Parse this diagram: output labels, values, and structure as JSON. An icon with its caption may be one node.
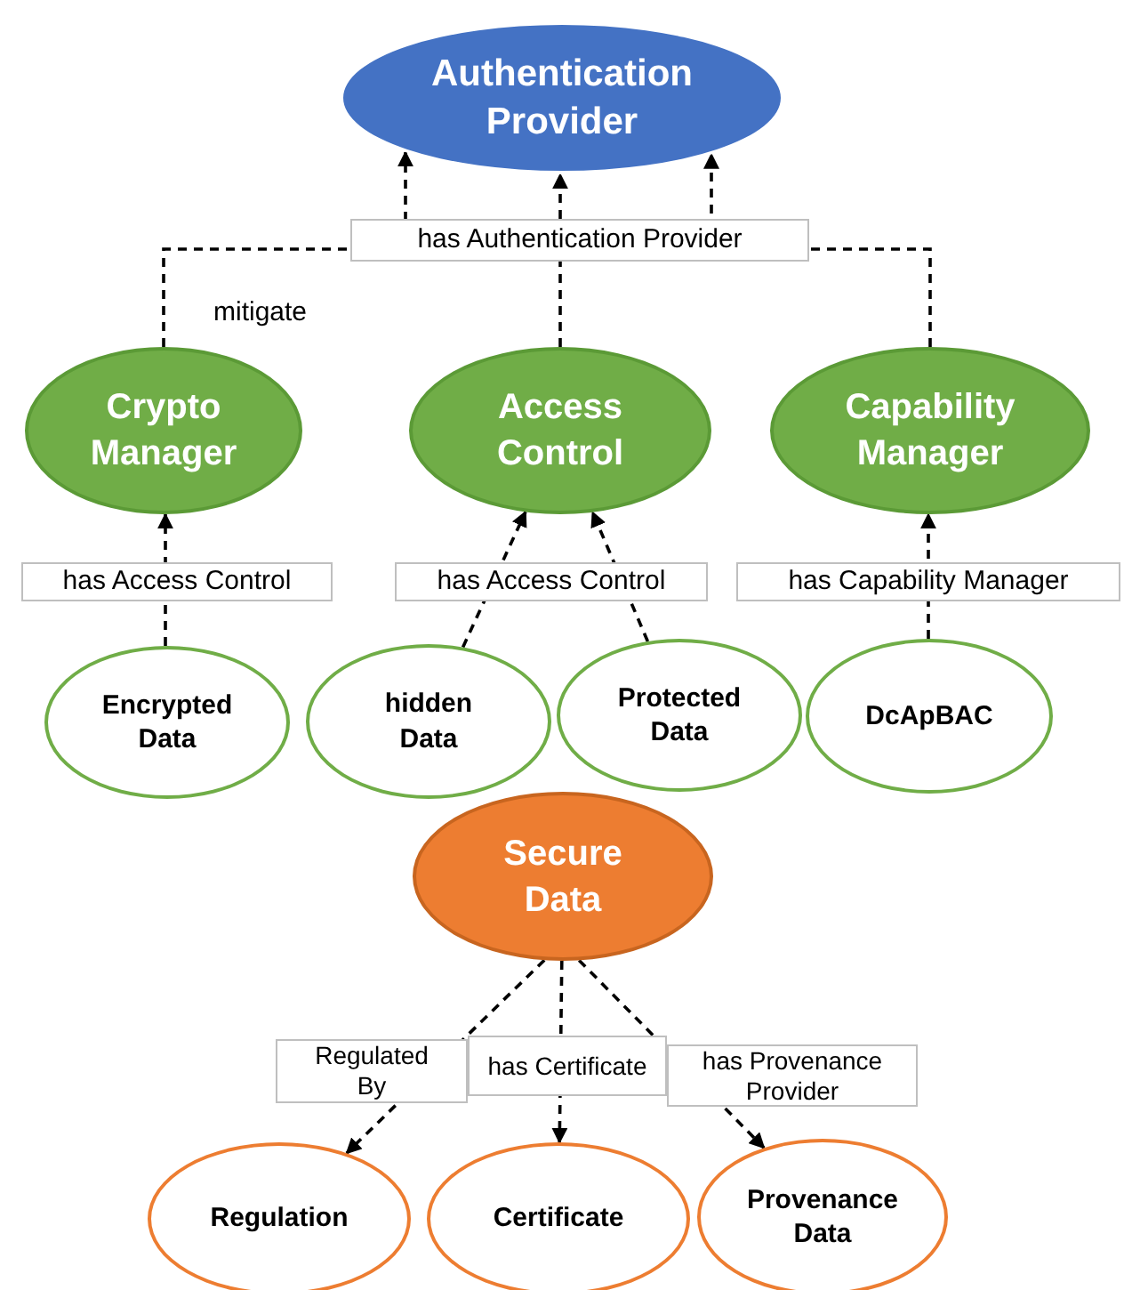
{
  "diagram": {
    "nodes": [
      {
        "text": [
          "Authentication Provider"
        ]
      },
      {
        "text": [
          "Crypto Manager"
        ]
      },
      {
        "text": [
          "Access Control"
        ]
      },
      {
        "text": [
          "Capability Manager"
        ]
      },
      {
        "text": [
          "Encrypted Data"
        ]
      },
      {
        "text": [
          "hidden Data"
        ]
      },
      {
        "text": [
          "Protected Data"
        ]
      },
      {
        "text": [
          "DcApBAC"
        ]
      },
      {
        "text": [
          "Secure Data"
        ]
      },
      {
        "text": [
          "Regulation"
        ]
      },
      {
        "text": [
          "Certificate"
        ]
      },
      {
        "text": [
          "Provenance Data"
        ]
      }
    ],
    "edges": [
      {
        "from": 1,
        "to": 0,
        "arrow": "to",
        "style": "dashed"
      },
      {
        "from": 2,
        "to": 0,
        "arrow": "to",
        "style": "dashed",
        "label": "has Authentication Provider"
      },
      {
        "from": 3,
        "to": 0,
        "arrow": "to",
        "style": "dashed"
      },
      {
        "from": 4,
        "to": 1,
        "arrow": "to",
        "style": "dashed",
        "label": "has Access Control"
      },
      {
        "from": 5,
        "to": 2,
        "arrow": "to",
        "style": "dashed",
        "label": "has Access Control"
      },
      {
        "from": 6,
        "to": 2,
        "arrow": "to",
        "style": "dashed"
      },
      {
        "from": 7,
        "to": 3,
        "arrow": "to",
        "style": "dashed",
        "label": "has Capability Manager"
      },
      {
        "from": 8,
        "to": 9,
        "arrow": "to",
        "style": "dashed",
        "label": "Regulated By"
      },
      {
        "from": 8,
        "to": 10,
        "arrow": "to",
        "style": "dashed",
        "label": "has Certificate"
      },
      {
        "from": 8,
        "to": 11,
        "arrow": "to",
        "style": "dashed",
        "label": "has Provenance Provider"
      }
    ],
    "labels": [
      "mitigate"
    ]
  }
}
